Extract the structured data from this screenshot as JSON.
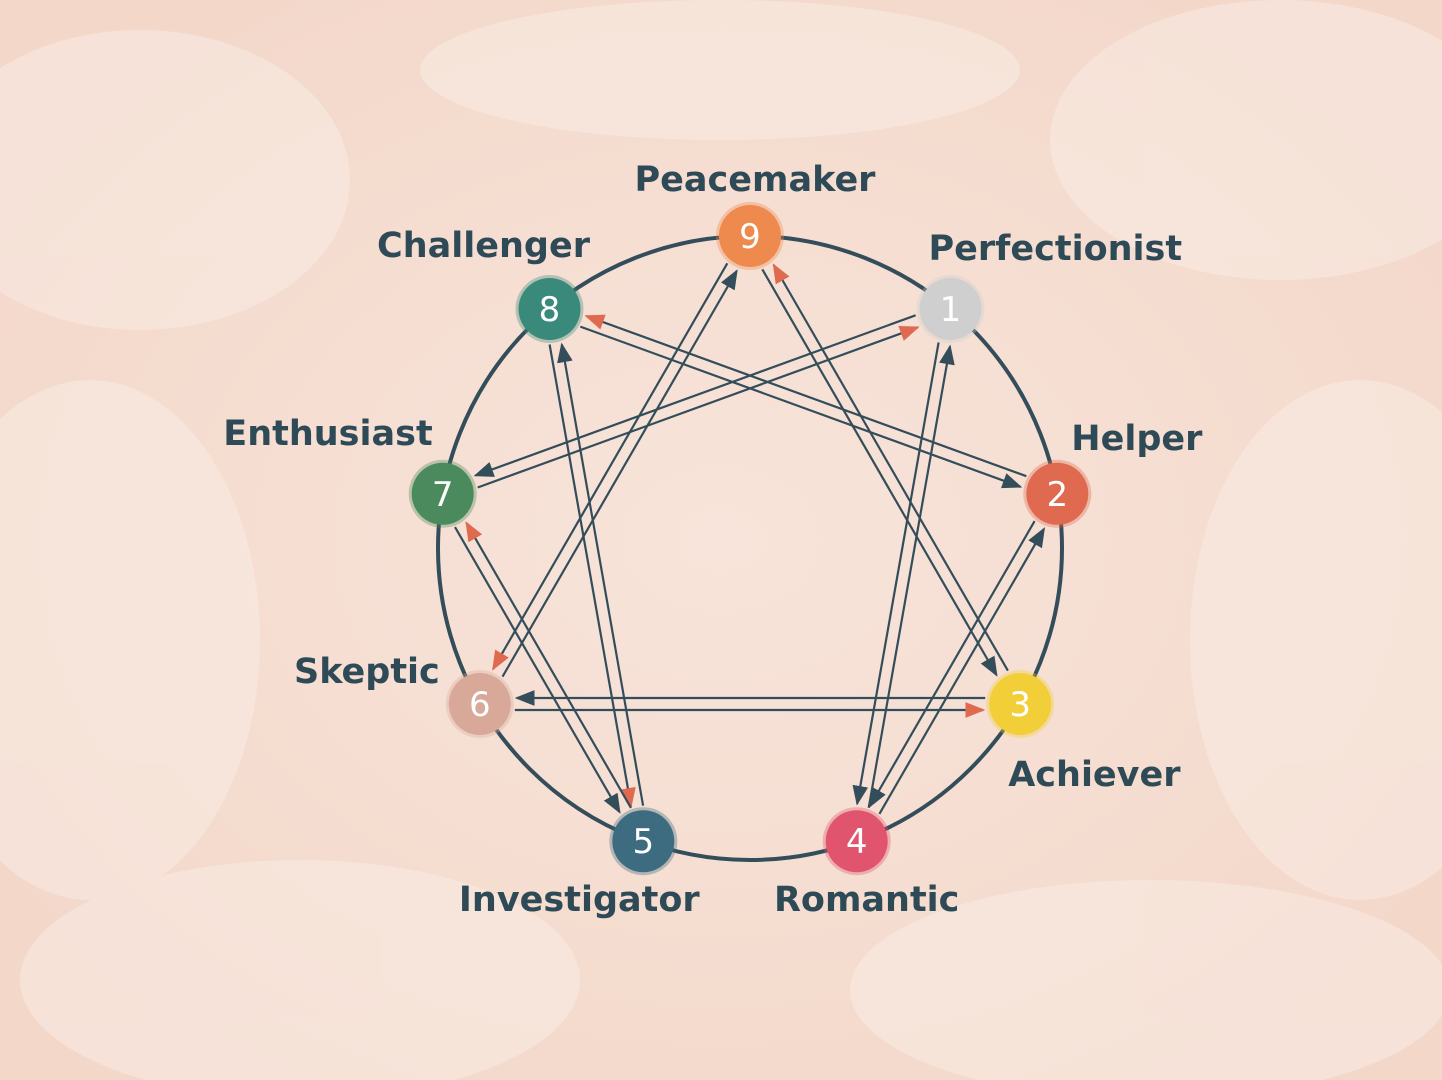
{
  "colors": {
    "background": "#f7e1d6",
    "line": "#344d5a",
    "arrow_dark": "#344d5a",
    "arrow_red": "#e06a4f",
    "label": "#2f4a57"
  },
  "nodes": [
    {
      "number": "1",
      "label": "Perfectionist",
      "color": "#cfcfcf"
    },
    {
      "number": "2",
      "label": "Helper",
      "color": "#e06a4f"
    },
    {
      "number": "3",
      "label": "Achiever",
      "color": "#f2cf38"
    },
    {
      "number": "4",
      "label": "Romantic",
      "color": "#e0556d"
    },
    {
      "number": "5",
      "label": "Investigator",
      "color": "#3d6b80"
    },
    {
      "number": "6",
      "label": "Skeptic",
      "color": "#d8a899"
    },
    {
      "number": "7",
      "label": "Enthusiast",
      "color": "#4a8a5c"
    },
    {
      "number": "8",
      "label": "Challenger",
      "color": "#3a8a7c"
    },
    {
      "number": "9",
      "label": "Peacemaker",
      "color": "#ee8a4e"
    }
  ],
  "arrows": [
    {
      "from": "1",
      "to": "4",
      "head": "dark"
    },
    {
      "from": "4",
      "to": "2",
      "head": "dark"
    },
    {
      "from": "2",
      "to": "8",
      "head": "red"
    },
    {
      "from": "8",
      "to": "5",
      "head": "red"
    },
    {
      "from": "5",
      "to": "7",
      "head": "red"
    },
    {
      "from": "7",
      "to": "1",
      "head": "red"
    },
    {
      "from": "9",
      "to": "3",
      "head": "dark"
    },
    {
      "from": "3",
      "to": "6",
      "head": "dark"
    },
    {
      "from": "6",
      "to": "9",
      "head": "dark"
    },
    {
      "from": "4",
      "to": "1",
      "head": "dark"
    },
    {
      "from": "2",
      "to": "4",
      "head": "dark"
    },
    {
      "from": "8",
      "to": "2",
      "head": "dark"
    },
    {
      "from": "5",
      "to": "8",
      "head": "dark"
    },
    {
      "from": "7",
      "to": "5",
      "head": "dark"
    },
    {
      "from": "1",
      "to": "7",
      "head": "dark"
    },
    {
      "from": "3",
      "to": "9",
      "head": "red"
    },
    {
      "from": "6",
      "to": "3",
      "head": "red"
    },
    {
      "from": "9",
      "to": "6",
      "head": "red"
    }
  ]
}
